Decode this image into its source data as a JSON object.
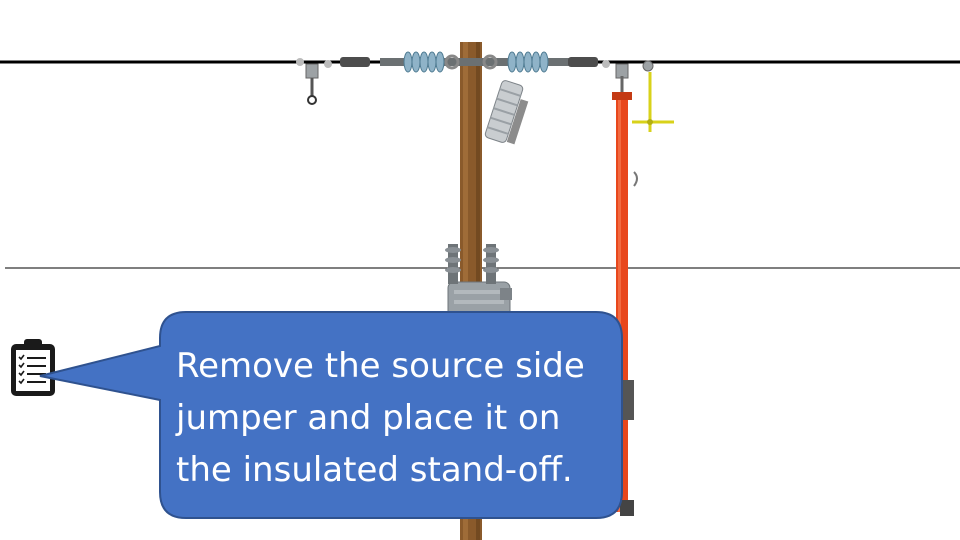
{
  "slide": {
    "instruction_lines": [
      "Remove the source side",
      "jumper and place it on",
      "the insulated stand-off."
    ],
    "icons": {
      "checklist": "clipboard-checklist-icon"
    },
    "colors": {
      "callout_fill": "#4472c4",
      "callout_border": "#2f528f",
      "pole_wood": "#8a5a2b",
      "hot_stick": "#e8471c",
      "conductor": "#000000",
      "neutral_wire": "#333333",
      "insulator": "#8fb3c8",
      "transformer": "#9aa1a6",
      "stand_off_tool": "#d8d21a"
    }
  }
}
